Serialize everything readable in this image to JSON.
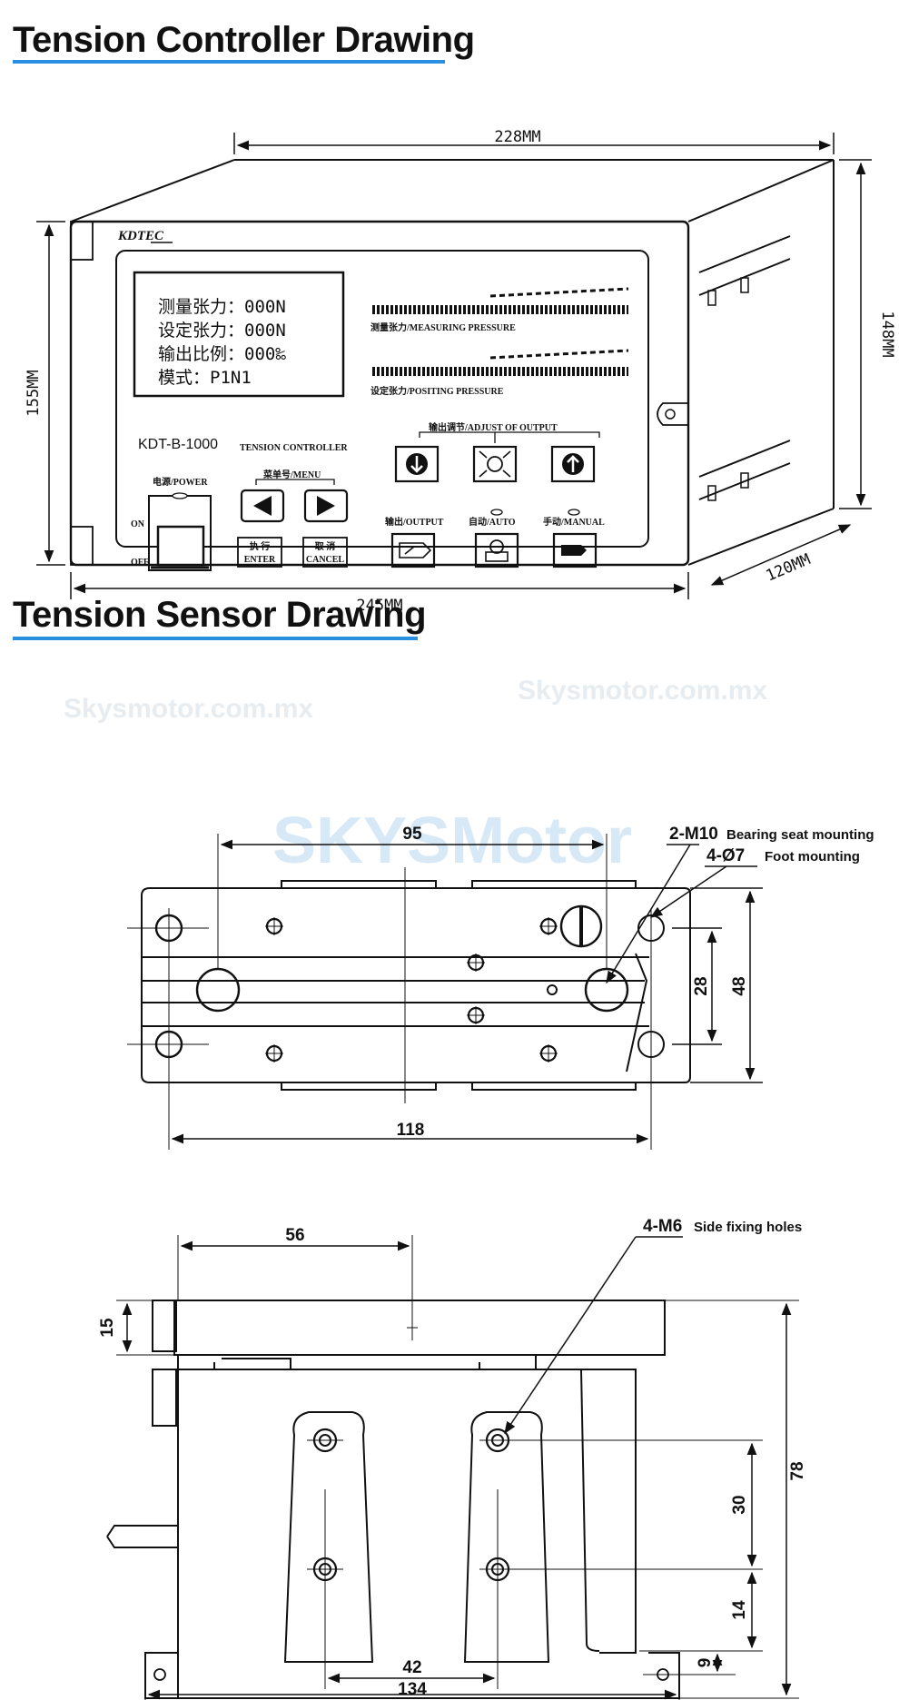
{
  "sections": {
    "controller_title": "Tension Controller Drawing",
    "sensor_title": "Tension Sensor Drawing"
  },
  "colors": {
    "title_rule": "#2a8fe0",
    "line": "#111111",
    "watermark": "#dde4ea"
  },
  "controller": {
    "dims": {
      "depth_top": "228MM",
      "height_right": "148MM",
      "height_left": "155MM",
      "width_bottom": "245MM",
      "depth_side": "120MM"
    },
    "brand": "KDTEC",
    "lcd_lines": [
      "测量张力：000N",
      "设定张力：000N",
      "输出比例：000‰",
      "模式：P1N1"
    ],
    "model": "KDT-B-1000",
    "subtitle": "TENSION CONTROLLER",
    "measuring_label": "测量张力/MEASURING PRESSURE",
    "positing_label": "设定张力/POSITING PRESSURE",
    "adjust_label": "输出调节/ADJUST OF OUTPUT",
    "menu_label": "菜单号/MENU",
    "power_label": "电源/POWER",
    "on_label": "ON",
    "off_label": "OFF",
    "enter_cn": "执 行",
    "enter_en": "ENTER",
    "cancel_cn": "取 消",
    "cancel_en": "CANCEL",
    "output_label": "输出/OUTPUT",
    "auto_label": "自动/AUTO",
    "manual_label": "手动/MANUAL"
  },
  "sensor_top": {
    "dims": {
      "d95": "95",
      "d118": "118",
      "d28": "28",
      "d48": "48"
    },
    "callout_bearing_code": "2-M10",
    "callout_bearing_text": "Bearing seat mounting",
    "callout_foot_code": "4-Ø7",
    "callout_foot_text": "Foot mounting"
  },
  "sensor_front": {
    "dims": {
      "d56": "56",
      "d15": "15",
      "d78": "78",
      "d30": "30",
      "d14": "14",
      "d9": "9",
      "d42": "42",
      "d134": "134"
    },
    "callout_code": "4-M6",
    "callout_text": "Side fixing holes"
  },
  "watermarks": {
    "site": "Skysmotor.com.mx",
    "brand": "SKYSMotor"
  }
}
